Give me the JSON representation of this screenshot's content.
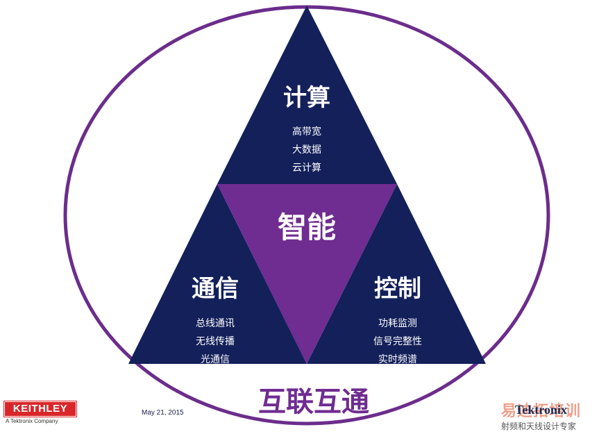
{
  "diagram": {
    "top": {
      "title": "计算",
      "items": [
        "高带宽",
        "大数据",
        "云计算"
      ]
    },
    "center": {
      "title": "智能"
    },
    "left": {
      "title": "通信",
      "items": [
        "总线通讯",
        "无线传播",
        "光通信"
      ]
    },
    "right": {
      "title": "控制",
      "items": [
        "功耗监测",
        "信号完整性",
        "实时频谱"
      ]
    },
    "bottom_caption": "互联互通"
  },
  "colors": {
    "navy": "#13205a",
    "purple": "#6f2c91",
    "ring": "#6b2d8c",
    "text_light": "#ffffff"
  },
  "footer": {
    "keithley_logo": "KEITHLEY",
    "keithley_tagline": "A Tektronix Company",
    "date": "May 21, 2015",
    "tektronix_logo": "Tektronix",
    "watermark_top": "易迪拓培训",
    "watermark_bottom": "射频和天线设计专家"
  }
}
